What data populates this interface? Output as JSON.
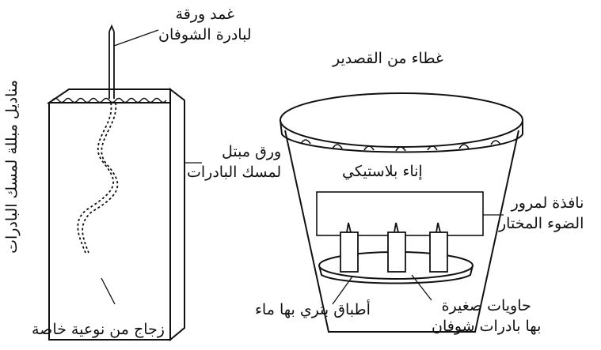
{
  "labels": {
    "coleoptile_line1": "غمد ورقة",
    "coleoptile_line2": "لبادرة الشوفان",
    "wet_tissues": "مناديل مبللة لمسك البادرات",
    "moist_paper_line1": "ورق مبتل",
    "moist_paper_line2": "لمسك البادرات",
    "special_glass": "زجاج من نوعية خاصة",
    "foil_cover": "غطاء من القصدير",
    "plastic_container": "إناء بلاستيكي",
    "window_line1": "نافذة لمرور",
    "window_line2": "الضوء المختار",
    "petri_dishes": "أطباق بتري بها ماء",
    "small_containers_line1": "حاويات صغيرة",
    "small_containers_line2": "بها بادرات شوفان"
  }
}
